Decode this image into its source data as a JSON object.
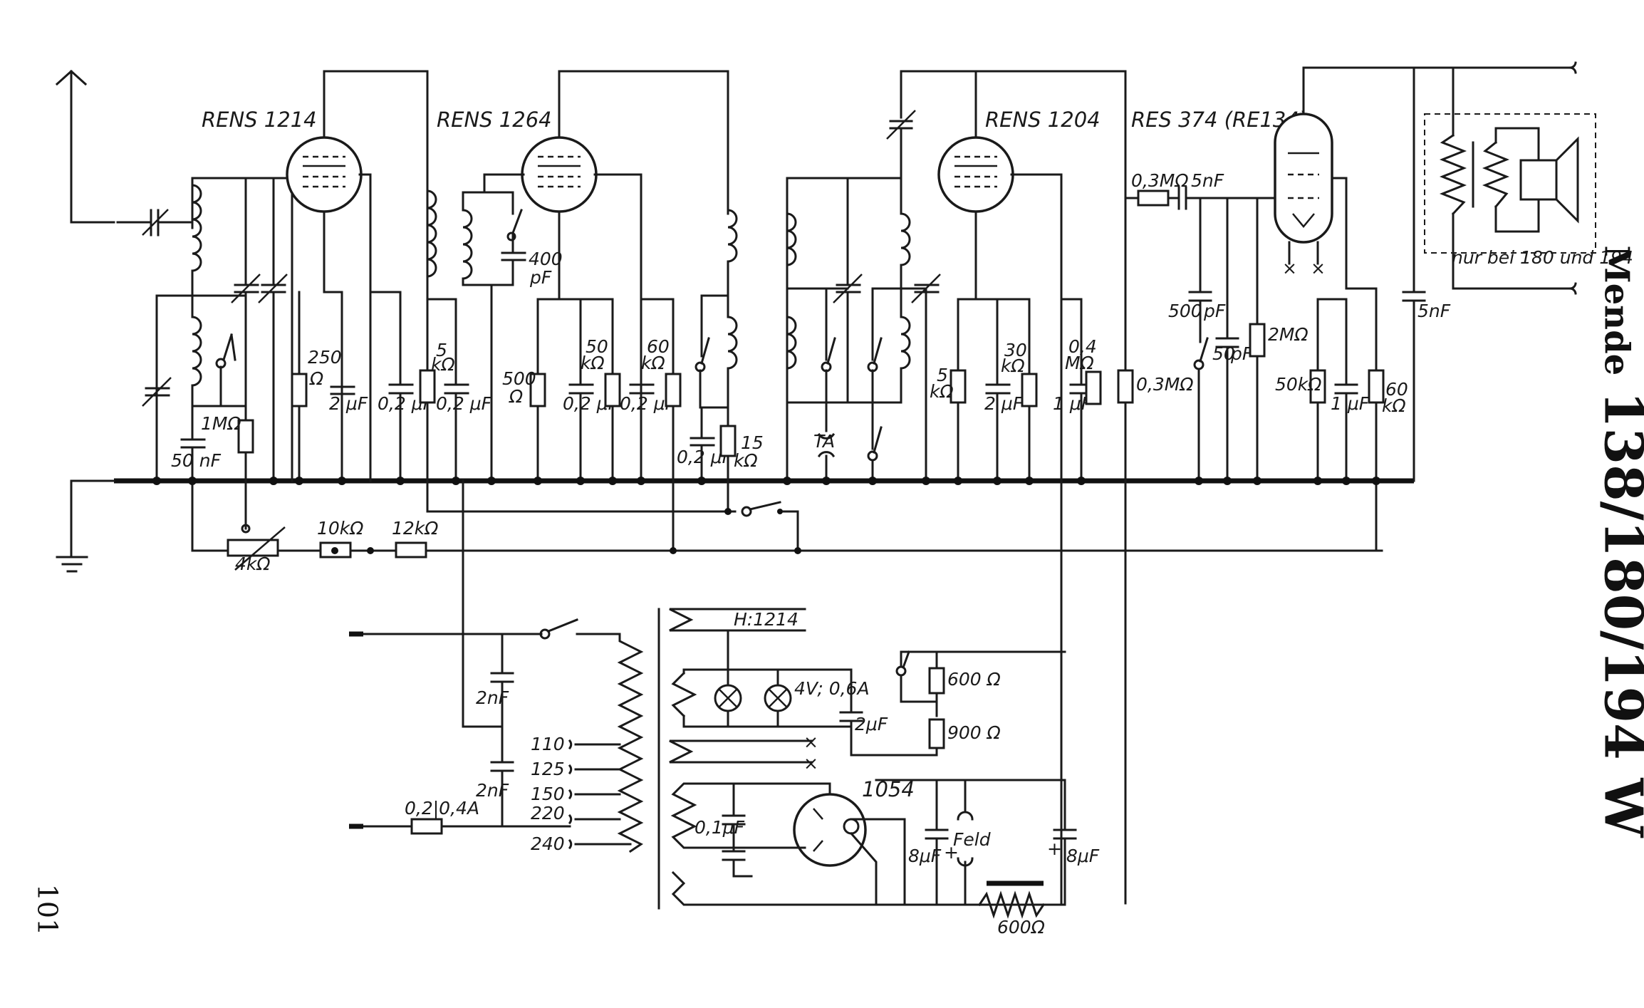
{
  "title": {
    "brand": "Mende",
    "models": "138/180/194 W"
  },
  "page_number": "101",
  "tubes": [
    "RENS 1214",
    "RENS 1264",
    "RENS 1204",
    "RES 374 (RE134)",
    "1054"
  ],
  "components": {
    "c_50nF": "50 nF",
    "r_1M": "1MΩ",
    "r_250": "250",
    "r_250_unit": "Ω",
    "c_2uF_a": "2 μF",
    "c_02_a": "0,2 μF",
    "r_5k": "5",
    "r_5k_unit": "kΩ",
    "c_02_b": "0,2 μF",
    "c_400pF_a": "400",
    "c_400pF_b": "pF",
    "r_500": "500",
    "r_500_unit": "Ω",
    "r_50k": "50",
    "r_50k_unit": "kΩ",
    "c_02_c": "0,2 μF",
    "r_60k": "60",
    "r_60k_unit": "kΩ",
    "c_02_d": "0,2 μF",
    "c_02_e": "0,2 μF",
    "r_15k": "15",
    "r_15k_unit": "kΩ",
    "ta": "TA",
    "r_5k_b": "5",
    "r_5k_b_unit": "kΩ",
    "r_30k": "30",
    "r_30k_unit": "kΩ",
    "c_2uF_b": "2 μF",
    "r_04M": "0,4",
    "r_04M_unit": "MΩ",
    "c_1uF_a": "1 μF",
    "r_03M": "0,3MΩ",
    "r_03M_b": "0,3MΩ",
    "c_5nF_a": "5nF",
    "c_500pF_a": "500",
    "c_500pF_b": "pF",
    "c_50pF_a": "50",
    "c_50pF_b": "pF",
    "r_2M": "2MΩ",
    "r_50k_b": "50kΩ",
    "c_1uF_b": "1 μF",
    "r_60k_b": "60",
    "r_60k_b_unit": "kΩ",
    "c_5nF_b": "5nF",
    "speaker_note": "nur bei 180 und 194",
    "pot_4k": "4kΩ",
    "r_10k": "10kΩ",
    "r_12k": "12kΩ",
    "heater": "H:1214",
    "lamps": "4V; 0,6A",
    "c_2uF_c": "2μF",
    "r_600a": "600 Ω",
    "r_900": "900 Ω",
    "c_2nF_a": "2nF",
    "c_2nF_b": "2nF",
    "fuse": "0,2|0,4A",
    "tap_110": "110",
    "tap_125": "125",
    "tap_150": "150",
    "tap_220": "220",
    "tap_240": "240",
    "c_01uF": "0,1μF",
    "c_8uF_a": "8μF",
    "plus_a": "+",
    "feld": "Feld",
    "plus_b": "+",
    "c_8uF_b": "8μF",
    "r_600b": "600Ω"
  }
}
